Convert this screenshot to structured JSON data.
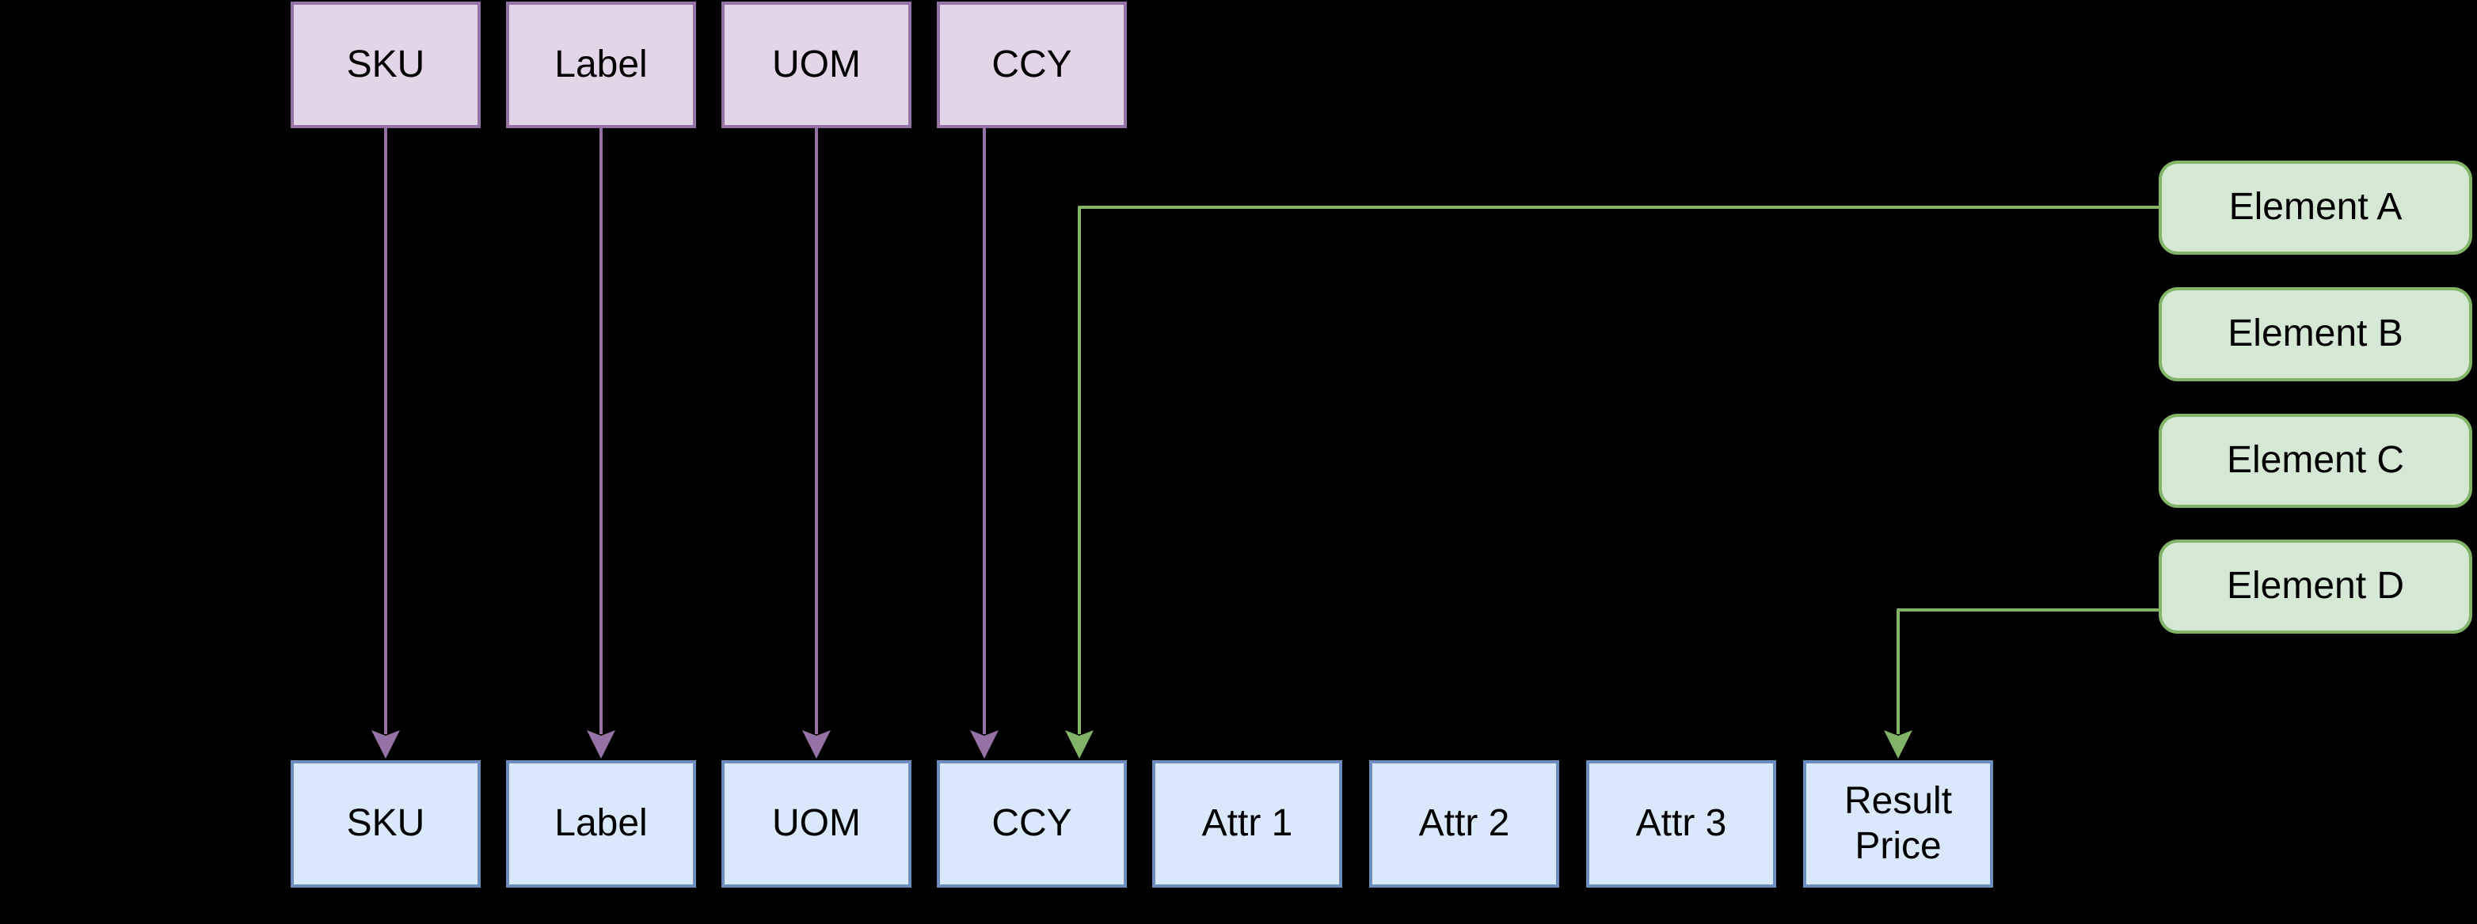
{
  "diagram": {
    "background_color": "#000000",
    "source_row": {
      "items": [
        {
          "label": "SKU"
        },
        {
          "label": "Label"
        },
        {
          "label": "UOM"
        },
        {
          "label": "CCY"
        }
      ]
    },
    "target_row": {
      "items": [
        {
          "label": "SKU"
        },
        {
          "label": "Label"
        },
        {
          "label": "UOM"
        },
        {
          "label": "CCY"
        },
        {
          "label": "Attr 1"
        },
        {
          "label": "Attr 2"
        },
        {
          "label": "Attr 3"
        },
        {
          "label": "Result Price"
        }
      ]
    },
    "elements": {
      "items": [
        {
          "label": "Element A"
        },
        {
          "label": "Element B"
        },
        {
          "label": "Element C"
        },
        {
          "label": "Element D"
        }
      ]
    },
    "connectors": [
      {
        "from": "SKU (source)",
        "to": "SKU (target)",
        "color": "#9673a6"
      },
      {
        "from": "Label (source)",
        "to": "Label (target)",
        "color": "#9673a6"
      },
      {
        "from": "UOM (source)",
        "to": "UOM (target)",
        "color": "#9673a6"
      },
      {
        "from": "CCY (source)",
        "to": "CCY (target)",
        "color": "#9673a6"
      },
      {
        "from": "Element A",
        "to": "CCY (target)",
        "color": "#82b366"
      },
      {
        "from": "Element D",
        "to": "Result Price (target)",
        "color": "#82b366"
      }
    ],
    "colors": {
      "purple_fill": "#e1d5e7",
      "purple_stroke": "#9673a6",
      "blue_fill": "#dae8fc",
      "blue_stroke": "#6c8ebf",
      "green_fill": "#d5e8d4",
      "green_stroke": "#82b366",
      "text": "#000000"
    }
  }
}
